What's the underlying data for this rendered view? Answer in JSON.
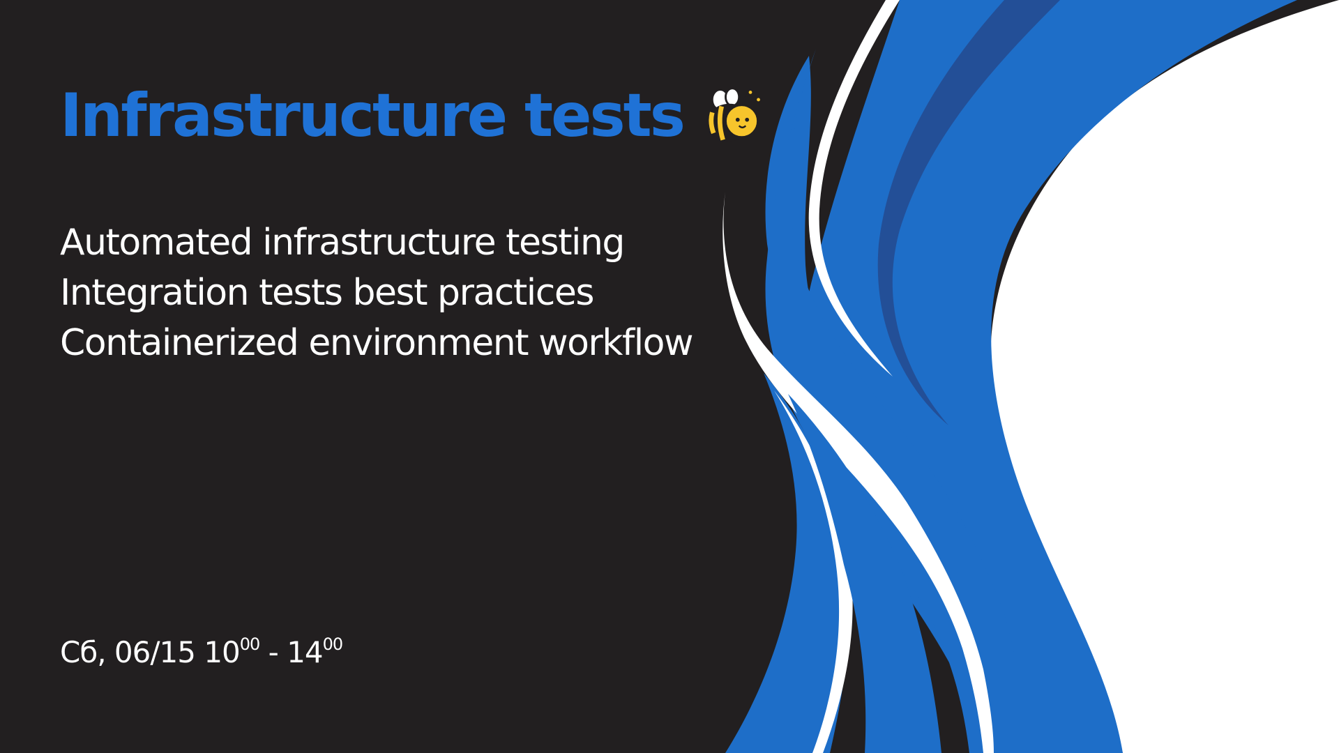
{
  "slide": {
    "title": "Infrastructure tests",
    "bullets": [
      "Automated infrastructure testing",
      "Integration tests best practices",
      "Containerized environment workflow"
    ],
    "datetime": {
      "date": "Сб, 06/15 ",
      "start_hour": "10",
      "start_min": "00",
      "separator": " - ",
      "end_hour": "14",
      "end_min": "00"
    },
    "bee_icon": "bee-icon"
  },
  "colors": {
    "background": "#221f20",
    "title": "#1f72d6",
    "text": "#ffffff",
    "wave_blue": "#1e6ec8",
    "wave_dark_blue": "#234f97",
    "bee_yellow": "#f7c52c"
  }
}
